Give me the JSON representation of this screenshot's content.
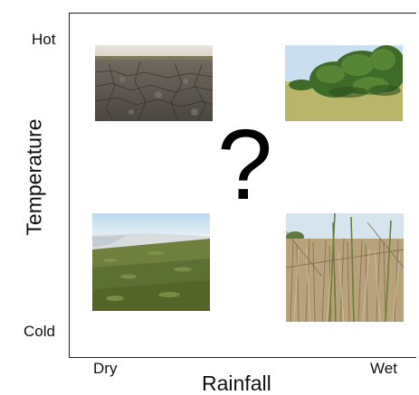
{
  "y_axis": {
    "title": "Temperature",
    "top_label": "Hot",
    "bottom_label": "Cold"
  },
  "x_axis": {
    "title": "Rainfall",
    "left_label": "Dry",
    "right_label": "Wet"
  },
  "center_symbol": "?",
  "photos": [
    {
      "quadrant": "hot-dry",
      "subject": "cracked mudflat"
    },
    {
      "quadrant": "hot-wet",
      "subject": "mangrove shrubs"
    },
    {
      "quadrant": "cold-dry",
      "subject": "salt marsh"
    },
    {
      "quadrant": "cold-wet",
      "subject": "reed grass"
    }
  ]
}
